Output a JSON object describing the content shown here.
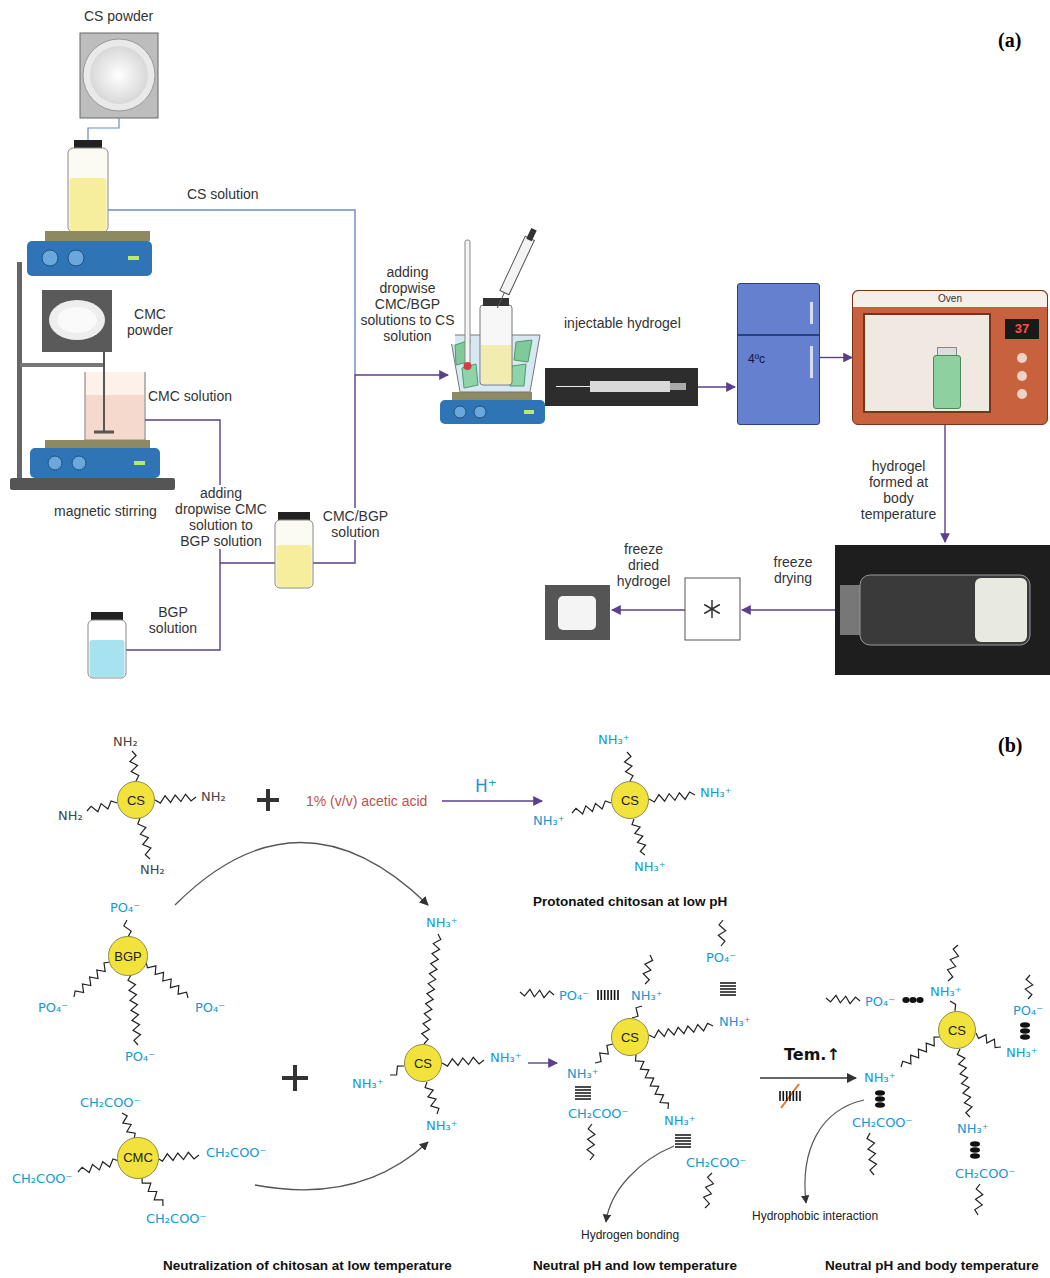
{
  "diagram": {
    "nodes": [
      {
        "text": [
          "4ºc"
        ]
      },
      {
        "text": [
          "Oven",
          "37"
        ]
      },
      {
        "text": [
          "CS"
        ]
      },
      {
        "text": [
          "CS"
        ]
      },
      {
        "text": [
          "BGP"
        ]
      },
      {
        "text": [
          "CMC"
        ]
      },
      {
        "text": [
          "CS"
        ]
      },
      {
        "text": [
          "CS"
        ]
      },
      {
        "text": [
          "CS"
        ]
      }
    ],
    "edges": [
      {
        "from": 0,
        "to": 1,
        "arrow": "to"
      }
    ],
    "labels": [
      "(a)",
      "CS powder",
      "CS solution",
      "adding dropwise CMC/BGP solutions to CS solution",
      "injectable hydrogel",
      "CMC powder",
      "CMC solution",
      "magnetic stirring",
      "adding dropwise CMC solution to BGP solution",
      "CMC/BGP solution",
      "BGP solution",
      "hydrogel formed at body temperature",
      "freeze drying",
      "freeze dried hydrogel",
      "(b)",
      "NH₂",
      "NH₂",
      "NH₂",
      "NH₂",
      "1% (v/v) acetic acid",
      "H⁺",
      "NH₃⁺",
      "NH₃⁺",
      "NH₃⁺",
      "NH₃⁺",
      "Protonated chitosan at low pH",
      "PO₄⁻",
      "PO₄⁻",
      "PO₄⁻",
      "PO₄⁻",
      "NH₃⁺",
      "NH₃⁺",
      "NH₃⁺",
      "NH₃⁺",
      "CH₂COO⁻",
      "CH₂COO⁻",
      "CH₂COO⁻",
      "CH₂COO⁻",
      "Neutralization of chitosan at low temperature",
      "PO₄⁻",
      "NH₃⁺",
      "PO₄⁻",
      "NH₃⁺",
      "NH₃⁺",
      "CH₂COO⁻",
      "NH₃⁺",
      "CH₂COO⁻",
      "Hydrogen bonding",
      "Neutral pH and low temperature",
      "Tem.↑",
      "PO₄⁻",
      "NH₃⁺",
      "PO₄⁻",
      "NH₃⁺",
      "NH₃⁺",
      "CH₂COO⁻",
      "NH₃⁺",
      "CH₂COO⁻",
      "Hydrophobic interaction",
      "Neutral pH and body temperature"
    ]
  }
}
